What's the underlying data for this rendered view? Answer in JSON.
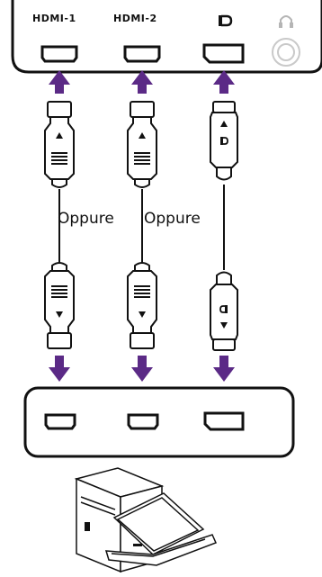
{
  "monitor": {
    "ports": [
      {
        "label": "HDMI-1",
        "type": "hdmi"
      },
      {
        "label": "HDMI-2",
        "type": "hdmi"
      },
      {
        "label": "D",
        "type": "displayport"
      },
      {
        "label": "",
        "type": "headphone"
      }
    ]
  },
  "cables": [
    {
      "type": "hdmi"
    },
    {
      "type": "hdmi"
    },
    {
      "type": "displayport"
    }
  ],
  "or_labels": [
    "Oppure",
    "Oppure"
  ],
  "computer": {
    "ports": [
      {
        "type": "hdmi"
      },
      {
        "type": "hdmi"
      },
      {
        "type": "displayport"
      }
    ]
  },
  "colors": {
    "arrow": "#5b2a86",
    "outline": "#111111",
    "background": "#ffffff"
  },
  "icons": {
    "headphone": "headphone-icon",
    "displayport": "displayport-logo-icon",
    "computer": "desktop-and-laptop-icon"
  }
}
